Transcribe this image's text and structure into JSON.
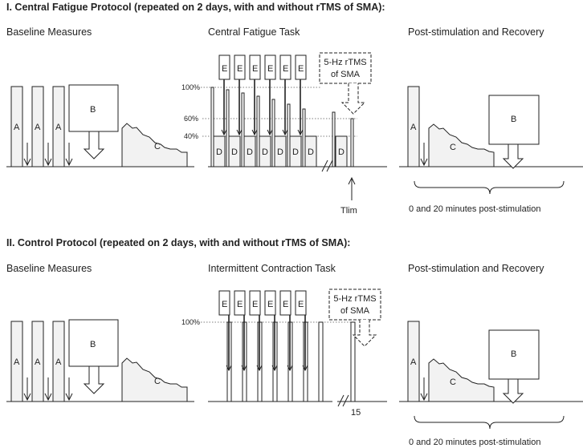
{
  "protocol1": {
    "heading": "I.  Central Fatigue Protocol (repeated on 2 days, with and without rTMS of SMA):",
    "baseline_title": "Baseline Measures",
    "task_title": "Central Fatigue Task",
    "post_title": "Post-stimulation and Recovery",
    "label_a": "A",
    "label_b": "B",
    "label_c": "C",
    "label_d": "D",
    "label_e": "E",
    "level_100": "100%",
    "level_60": "60%",
    "level_40": "40%",
    "rtms_line1": "5-Hz rTMS",
    "rtms_line2": "of SMA",
    "tlim": "Tlim",
    "timepoints": "0 and 20 minutes post-stimulation"
  },
  "protocol2": {
    "heading": "II.  Control Protocol (repeated on 2 days, with and without rTMS of SMA):",
    "baseline_title": "Baseline Measures",
    "task_title": "Intermittent Contraction Task",
    "post_title": "Post-stimulation and Recovery",
    "label_a": "A",
    "label_b": "B",
    "label_c": "C",
    "label_e": "E",
    "level_100": "100%",
    "rtms_line1": "5-Hz rTMS",
    "rtms_line2": "of SMA",
    "count": "15",
    "timepoints": "0 and 20 minutes post-stimulation"
  }
}
